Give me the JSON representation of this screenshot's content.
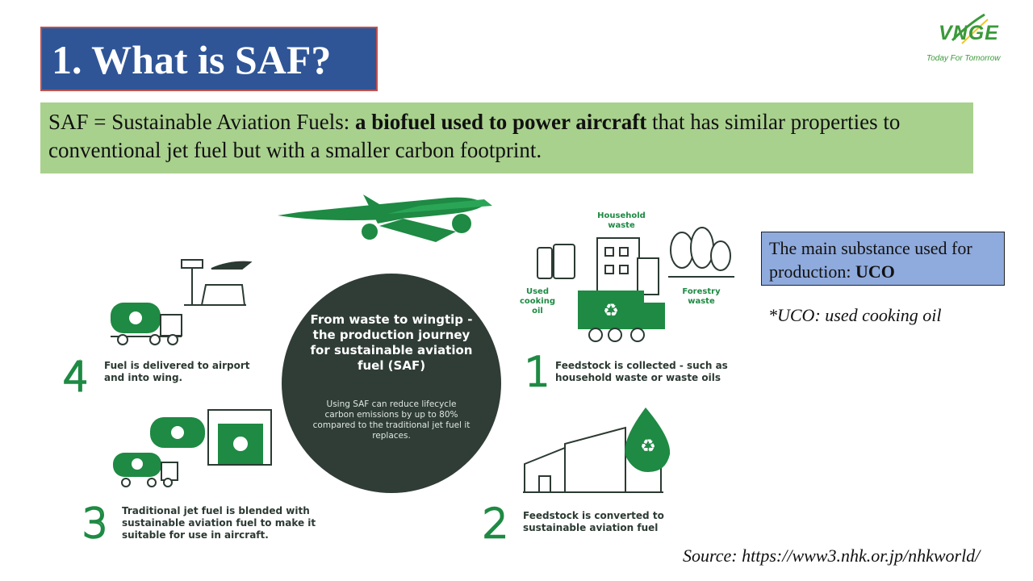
{
  "header": {
    "title": "1. What is SAF?"
  },
  "definition": {
    "part1": "SAF = Sustainable Aviation Fuels: ",
    "bold": "a biofuel used to power aircraft",
    "part2": " that has similar properties to conventional jet fuel but with a smaller carbon footprint."
  },
  "logo": {
    "name": "VNGE",
    "tagline": "Today For Tomorrow"
  },
  "infographic": {
    "center_heading": "From waste to wingtip - the production journey for sustainable aviation fuel (SAF)",
    "center_body": "Using SAF can reduce lifecycle carbon emissions by up to 80% compared to the traditional jet fuel it replaces.",
    "labels": {
      "household_waste": "Household waste",
      "used_cooking_oil": "Used cooking oil",
      "forestry_waste": "Forestry waste"
    },
    "steps": [
      {
        "number": "1",
        "text": "Feedstock is collected - such as household waste or waste oils"
      },
      {
        "number": "2",
        "text": "Feedstock is converted to sustainable aviation fuel"
      },
      {
        "number": "3",
        "text": "Traditional jet fuel is blended with sustainable aviation fuel to make it suitable for use in aircraft."
      },
      {
        "number": "4",
        "text": "Fuel is delivered to airport and into wing."
      }
    ]
  },
  "callout": {
    "text": "The main substance used for production: ",
    "bold": "UCO",
    "note": "*UCO: used cooking oil"
  },
  "source": "Source: https://www3.nhk.or.jp/nhkworld/",
  "colors": {
    "title_bg": "#2f5597",
    "definition_bg": "#a9d18e",
    "callout_bg": "#8faadc",
    "brand_green": "#1e8a43",
    "circle_bg": "#2f3d36"
  }
}
